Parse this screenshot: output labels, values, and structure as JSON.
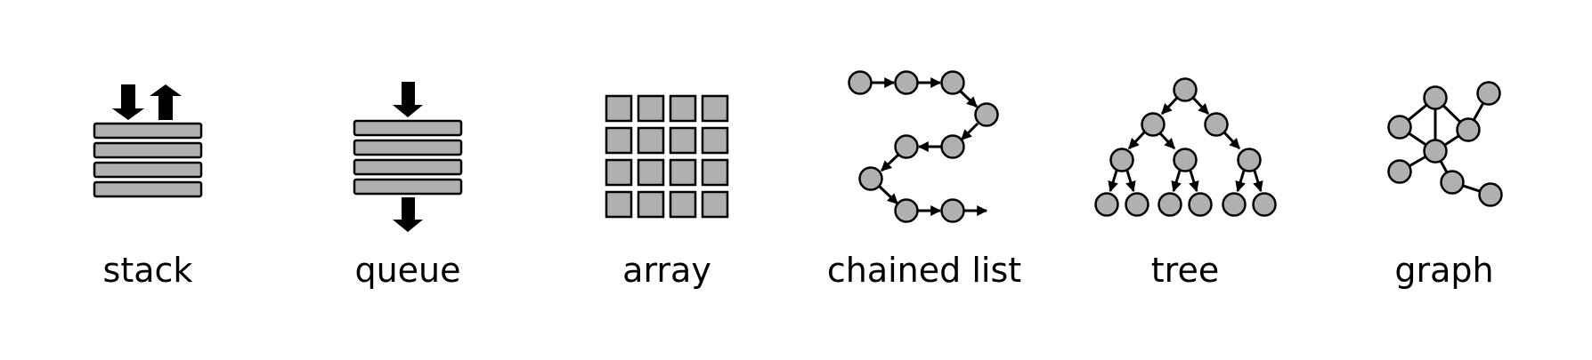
{
  "colors": {
    "fill": "#b0b0b0",
    "stroke": "#000000",
    "background": "#ffffff"
  },
  "panels": [
    {
      "id": "stack",
      "label": "stack",
      "icon": "stack-icon"
    },
    {
      "id": "queue",
      "label": "queue",
      "icon": "queue-icon"
    },
    {
      "id": "array",
      "label": "array",
      "icon": "array-icon"
    },
    {
      "id": "chained-list",
      "label": "chained list",
      "icon": "linked-list-icon"
    },
    {
      "id": "tree",
      "label": "tree",
      "icon": "tree-icon"
    },
    {
      "id": "graph",
      "label": "graph",
      "icon": "graph-icon"
    }
  ]
}
